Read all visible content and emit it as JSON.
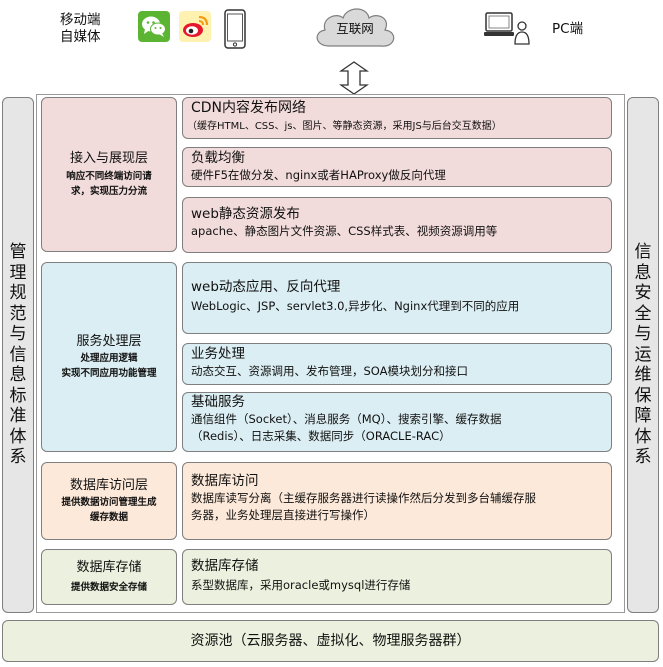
{
  "header": {
    "mobile_label_1": "移动端",
    "mobile_label_2": "自媒体",
    "internet_label": "互联网",
    "pc_label": "PC端",
    "icons": [
      "wechat-icon",
      "weibo-icon",
      "smartphone-icon",
      "cloud-icon",
      "pc-user-icon",
      "double-arrow-icon"
    ],
    "colors": {
      "wechat": "#5bb533",
      "weibo": "#e6162d",
      "weibo_bg": "#fff2b0"
    }
  },
  "left_pillar": {
    "chars": [
      "管",
      "理",
      "规",
      "范",
      "与",
      "信",
      "息",
      "标",
      "准",
      "体",
      "系"
    ]
  },
  "right_pillar": {
    "chars": [
      "信",
      "息",
      "安",
      "全",
      "与",
      "运",
      "维",
      "保",
      "障",
      "体",
      "系"
    ]
  },
  "layers": [
    {
      "title": "接入与展现层",
      "desc_1": "响应不同终端访问请",
      "desc_2": "求，实现压力分流"
    },
    {
      "title": "服务处理层",
      "desc_1": "处理应用逻辑",
      "desc_2": "实现不同应用功能管理"
    },
    {
      "title": "数据库访问层",
      "desc_1": "提供数据访问管理生成",
      "desc_2": "缓存数据"
    },
    {
      "title": "数据库存储",
      "desc_1": "提供数据安全存储"
    }
  ],
  "details": {
    "cdn": {
      "title": "CDN内容发布网络",
      "desc": "（缓存HTML、CSS、js、图片、等静态资源，采用JS与后台交互数据）"
    },
    "lb": {
      "title": "负载均衡",
      "desc": "硬件F5在做分发、nginx或者HAProxy做反向代理"
    },
    "static": {
      "title": "web静态资源发布",
      "desc": "apache、静态图片文件资源、CSS样式表、视频资源调用等"
    },
    "dynamic": {
      "title": "web动态应用、反向代理",
      "desc": "WebLogic、JSP、servlet3.0,异步化、Nginx代理到不同的应用"
    },
    "biz": {
      "title": "业务处理",
      "desc": "动态交互、资源调用、发布管理，SOA模块划分和接口"
    },
    "base": {
      "title": "基础服务",
      "desc_1": "通信组件（Socket）、消息服务（MQ）、搜索引擎、缓存数据",
      "desc_2": "（Redis）、日志采集、数据同步（ORACLE-RAC）"
    },
    "dbaccess": {
      "title": "数据库访问",
      "desc_1": "数据库读写分离（主缓存服务器进行读操作然后分发到多台辅缓存服",
      "desc_2": "务器，业务处理层直接进行写操作）"
    },
    "dbstore": {
      "title": "数据库存储",
      "desc": "系型数据库，采用oracle或mysql进行存储"
    }
  },
  "bottom": {
    "label": "资源池（云服务器、虚拟化、物理服务器群）"
  }
}
